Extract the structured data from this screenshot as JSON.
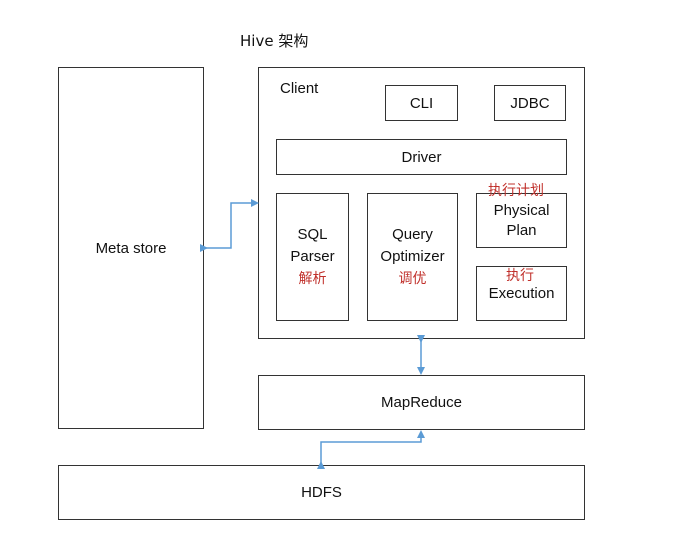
{
  "title": "Hive 架构",
  "metastore": {
    "label": "Meta store"
  },
  "client": {
    "label": "Client",
    "cli": "CLI",
    "jdbc": "JDBC",
    "driver": "Driver",
    "sql_parser": {
      "line1": "SQL",
      "line2": "Parser",
      "note": "解析"
    },
    "query_optimizer": {
      "line1": "Query",
      "line2": "Optimizer",
      "note": "调优"
    },
    "physical_plan": {
      "line1": "Physical",
      "line2": "Plan",
      "note": "执行计划"
    },
    "execution": {
      "label": "Execution",
      "note": "执行"
    }
  },
  "mapreduce": {
    "label": "MapReduce"
  },
  "hdfs": {
    "label": "HDFS"
  },
  "colors": {
    "arrow": "#5b9bd5",
    "border": "#333333",
    "note": "#c0302b"
  }
}
